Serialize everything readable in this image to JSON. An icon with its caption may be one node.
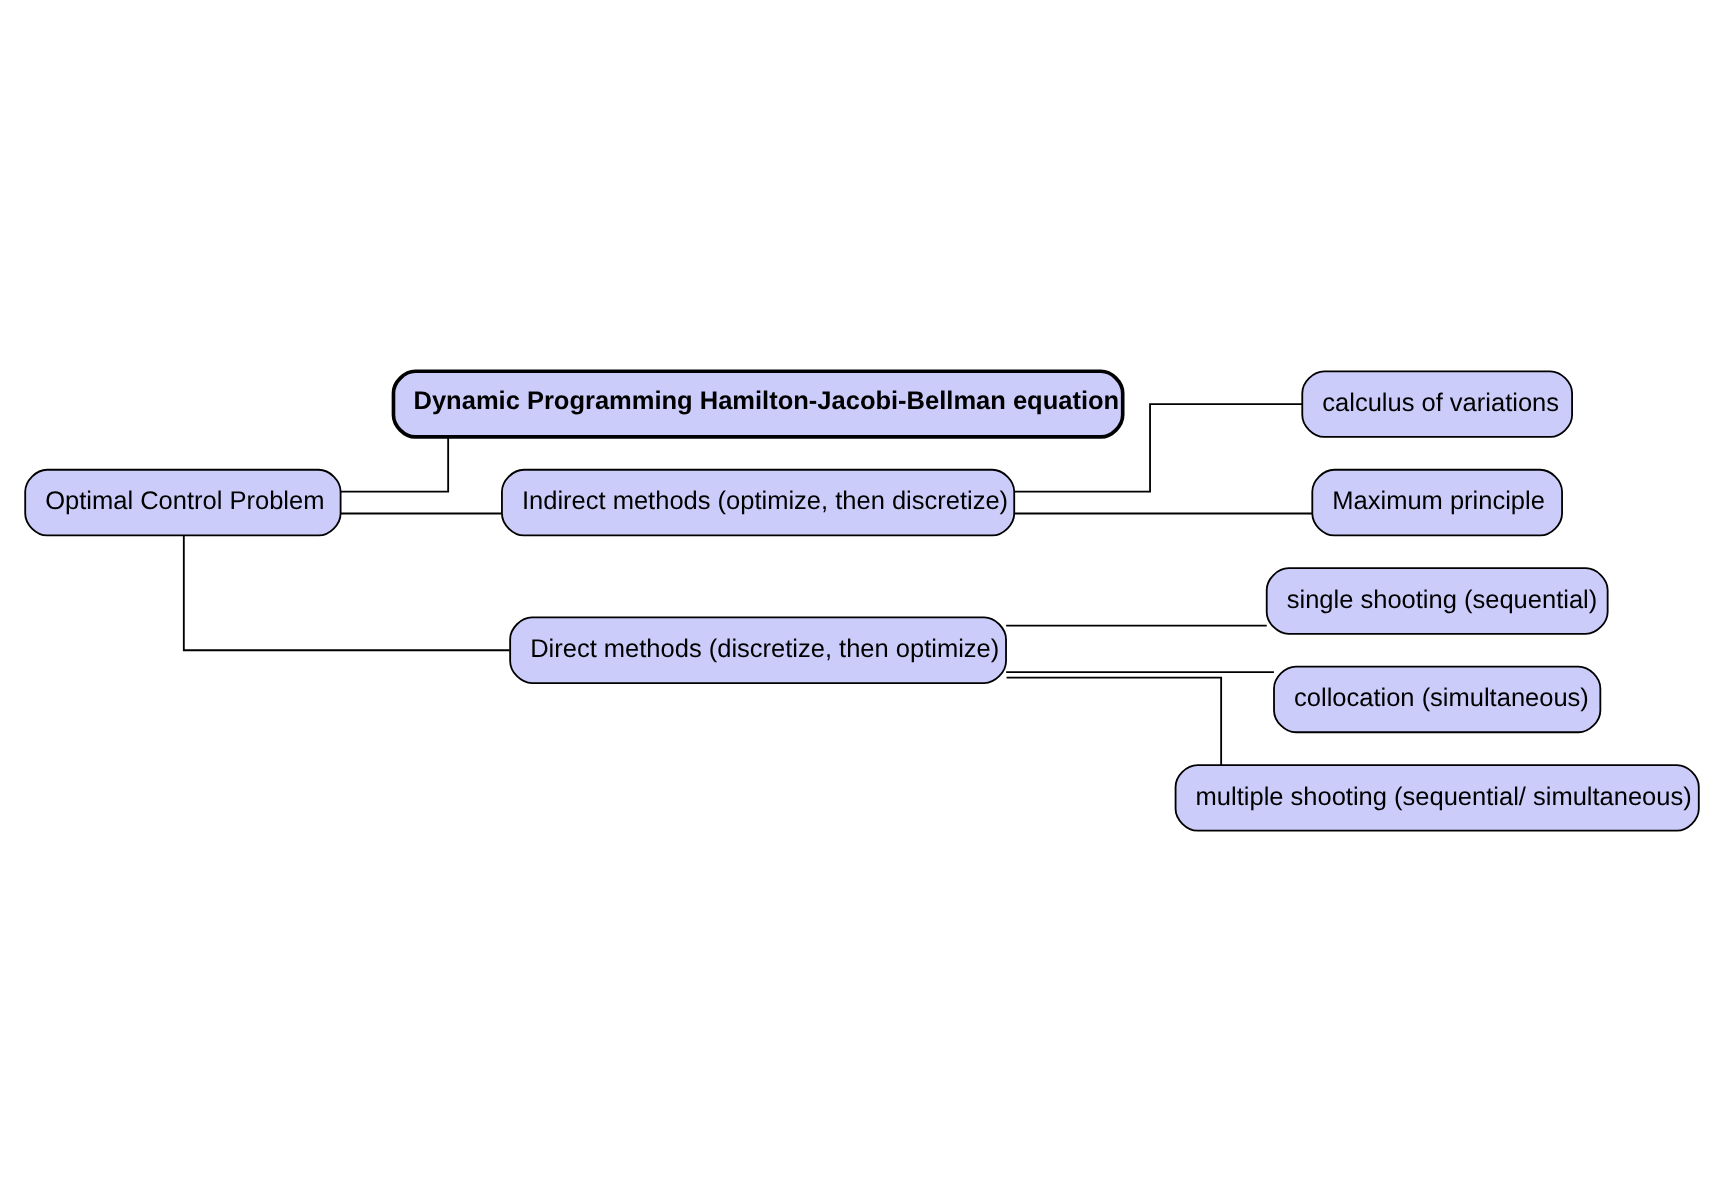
{
  "diagram": {
    "nodes": [
      {
        "text": [
          "Optimal Control Problem"
        ]
      },
      {
        "text": [
          "Dynamic Programming Hamilton-Jacobi-Bellman equation"
        ]
      },
      {
        "text": [
          "Indirect methods (optimize, then discretize)"
        ]
      },
      {
        "text": [
          "calculus of variations"
        ]
      },
      {
        "text": [
          "Maximum principle"
        ]
      },
      {
        "text": [
          "Direct methods (discretize, then optimize)"
        ]
      },
      {
        "text": [
          "single shooting (sequential)"
        ]
      },
      {
        "text": [
          "collocation (simultaneous)"
        ]
      },
      {
        "text": [
          "multiple shooting (sequential/ simultaneous)"
        ]
      }
    ],
    "edges": [
      {
        "from": 0,
        "to": 1,
        "arrow": "none"
      },
      {
        "from": 0,
        "to": 2,
        "arrow": "none"
      },
      {
        "from": 0,
        "to": 5,
        "arrow": "none"
      },
      {
        "from": 2,
        "to": 3,
        "arrow": "none"
      },
      {
        "from": 2,
        "to": 4,
        "arrow": "none"
      },
      {
        "from": 5,
        "to": 6,
        "arrow": "none"
      },
      {
        "from": 5,
        "to": 7,
        "arrow": "none"
      },
      {
        "from": 5,
        "to": 8,
        "arrow": "none"
      }
    ]
  }
}
